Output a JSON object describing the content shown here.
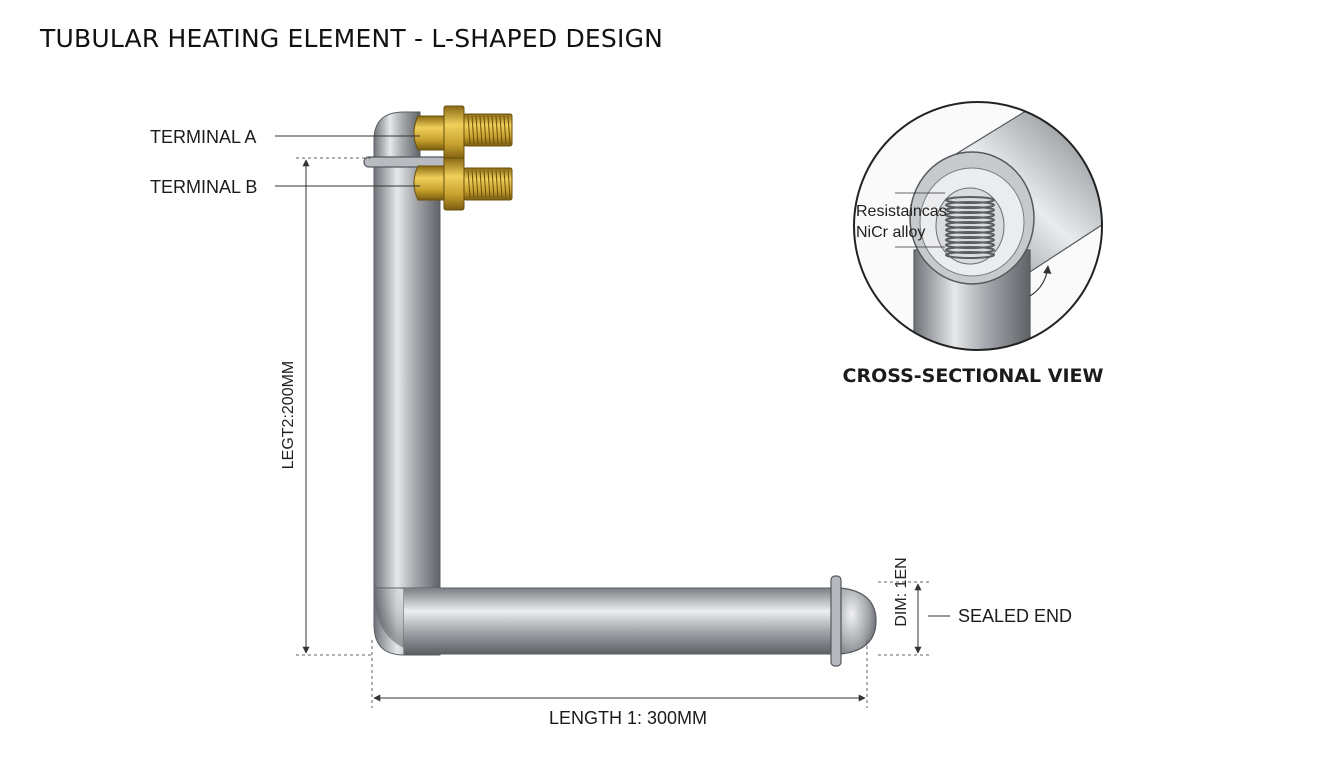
{
  "title": "TUBULAR HEATING ELEMENT - L-SHAPED DESIGN",
  "labels": {
    "terminal_a": "TERMINAL A",
    "terminal_b": "TERMINAL B",
    "leg2": "LEGT2:200MM",
    "length1": "LENGTH 1: 300MM",
    "sealed_end": "SEALED END",
    "dim": "DIM: 1EN",
    "cross_section": "CROSS-SECTIONAL VIEW",
    "resistance": "Resistaincas",
    "alloy": "NiCr alloy"
  },
  "colors": {
    "tube_dark": "#6f7378",
    "tube_light": "#e6e8ea",
    "brass_dark": "#8a6a14",
    "brass_light": "#f0cf5a",
    "line": "#333333"
  }
}
